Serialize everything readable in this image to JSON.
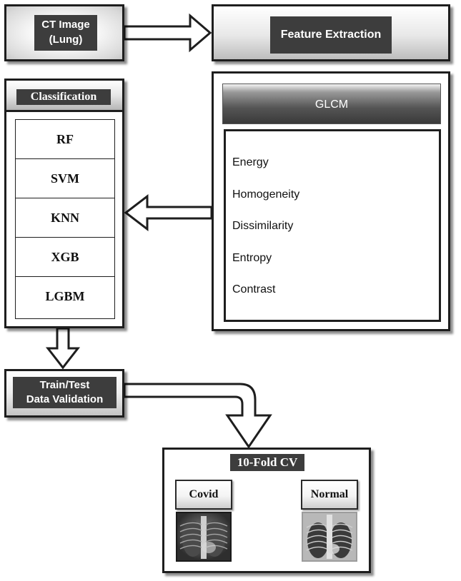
{
  "input": {
    "label_line1": "CT Image",
    "label_line2": "(Lung)"
  },
  "feature_extraction": {
    "label": "Feature Extraction"
  },
  "glcm": {
    "header": "GLCM",
    "features": [
      "Energy",
      "Homogeneity",
      "Dissimilarity",
      "Entropy",
      "Contrast"
    ]
  },
  "classification": {
    "header": "Classification",
    "models": [
      "RF",
      "SVM",
      "KNN",
      "XGB",
      "LGBM"
    ]
  },
  "validation": {
    "label_line1": "Train/Test",
    "label_line2": "Data Validation"
  },
  "cv": {
    "title": "10-Fold CV",
    "classes": [
      "Covid",
      "Normal"
    ],
    "image_icons": [
      "chest-xray-covid",
      "chest-xray-normal"
    ]
  },
  "colors": {
    "label_bg": "#3d3d3d",
    "border": "#1e1e1e",
    "glcm_header": "#4a4a4a"
  }
}
